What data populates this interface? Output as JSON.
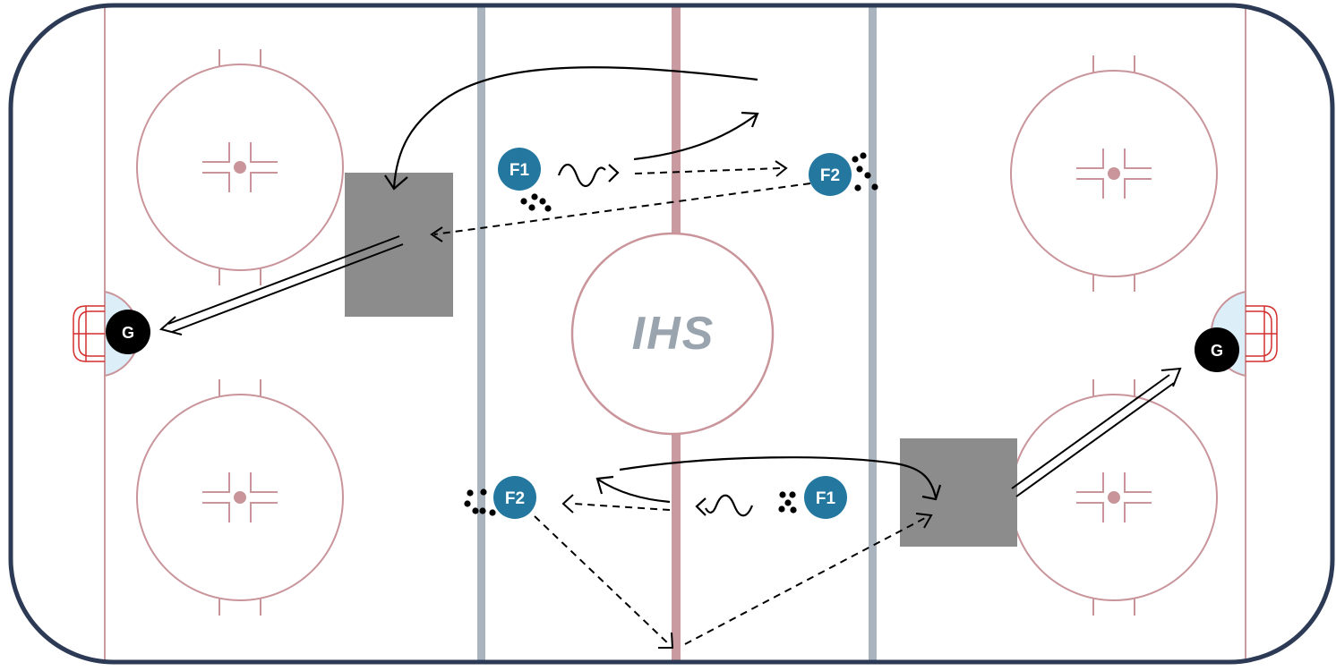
{
  "logo": {
    "text": "IHS"
  },
  "colors": {
    "board": "#2c3a55",
    "red_line": "#c99aa0",
    "faceoff": "#c9959b",
    "blue_line": "#aab4bf",
    "crease_fill": "#dceef8",
    "net": "#d32f2f",
    "player": "#2478a0",
    "goalie": "#000000",
    "screen_box": "#8c8c8c",
    "logo": "#9aa4af"
  },
  "players": [
    {
      "id": "top-f1",
      "label": "F1",
      "role": "forward"
    },
    {
      "id": "top-f2",
      "label": "F2",
      "role": "forward"
    },
    {
      "id": "bottom-f2",
      "label": "F2",
      "role": "forward"
    },
    {
      "id": "bottom-f1",
      "label": "F1",
      "role": "forward"
    }
  ],
  "goalies": [
    {
      "id": "left-goalie",
      "label": "G"
    },
    {
      "id": "right-goalie",
      "label": "G"
    }
  ],
  "icons": {
    "skate_path": "solid-arrow",
    "pass": "dashed-arrow",
    "carry": "wavy-arrow",
    "shot": "double-line-arrow",
    "pucks": "puck-dots",
    "screen": "grey-box"
  }
}
